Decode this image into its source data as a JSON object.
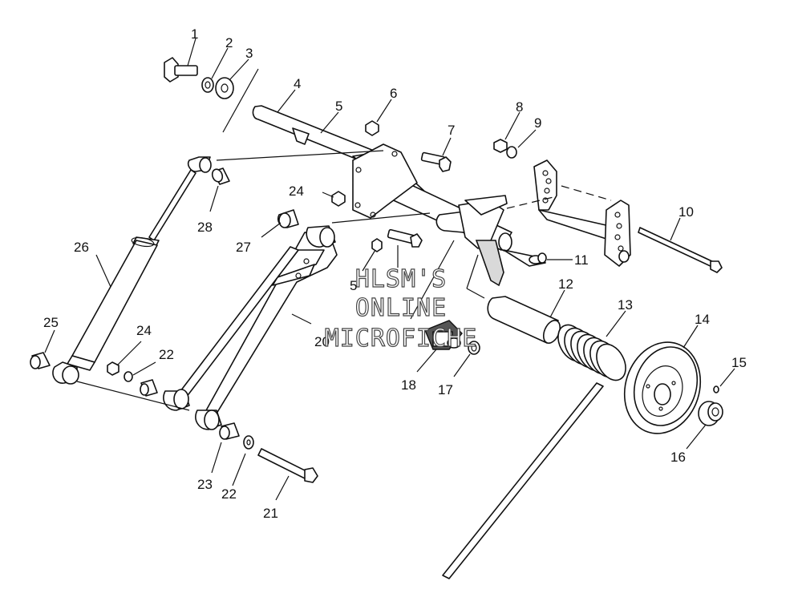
{
  "diagram": {
    "watermark": [
      "HLSM'S",
      "ONLINE",
      "MICROFICHE"
    ],
    "callouts": [
      "1",
      "2",
      "3",
      "4",
      "5",
      "6",
      "7",
      "8",
      "9",
      "10",
      "11",
      "12",
      "13",
      "14",
      "15",
      "16",
      "17",
      "18",
      "20",
      "21",
      "22",
      "22",
      "23",
      "24",
      "24",
      "25",
      "26",
      "27",
      "28",
      "5"
    ]
  },
  "colors": {
    "line": "#111111",
    "background": "#ffffff",
    "watermark_outline": "#444444"
  }
}
